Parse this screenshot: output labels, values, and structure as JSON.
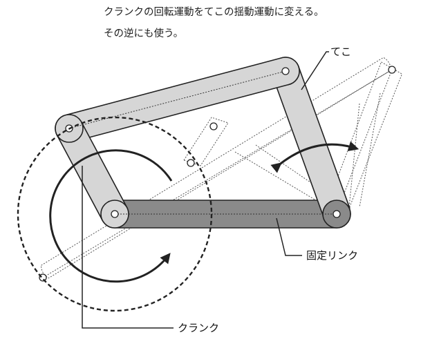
{
  "description": {
    "line1": "クランクの回転運動をてこの揺動運動に変える。",
    "line2": "その逆にも使う。"
  },
  "labels": {
    "lever": "てこ",
    "fixed_link": "固定リンク",
    "crank": "クランク"
  },
  "colors": {
    "link_fill": "#d6d6d6",
    "fixed_link_fill": "#8a8a8a",
    "stroke": "#222222",
    "ghost_stroke": "#555555",
    "background": "#ffffff"
  }
}
